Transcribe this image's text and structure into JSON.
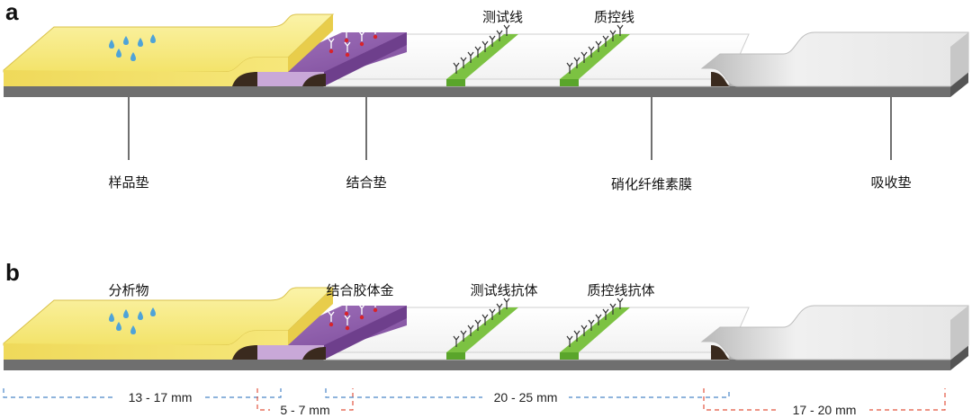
{
  "panels": {
    "a": {
      "letter": "a",
      "line_labels": {
        "test": "测试线",
        "control": "质控线"
      },
      "components": {
        "sample_pad": "样品垫",
        "conjugate_pad": "结合垫",
        "membrane": "硝化纤维素膜",
        "absorbent_pad": "吸收垫"
      }
    },
    "b": {
      "letter": "b",
      "labels": {
        "analyte": "分析物",
        "gold_conjugate": "结合胶体金",
        "test_antibody": "测试线抗体",
        "control_antibody": "质控线抗体"
      },
      "dimensions": {
        "sample_pad": "13 - 17 mm",
        "conjugate_pad": "5 - 7 mm",
        "membrane": "20 - 25 mm",
        "absorbent_pad": "17 - 20 mm"
      }
    }
  },
  "colors": {
    "sample_pad": "#f6ea7a",
    "conjugate_pad": "#8d5ca8",
    "test_control_lines": "#7cc242",
    "absorbent_pad": "#d7d7d7",
    "backing": "#6f6f6f",
    "dim_blue": "#4a86c8",
    "dim_red": "#e2553f"
  }
}
